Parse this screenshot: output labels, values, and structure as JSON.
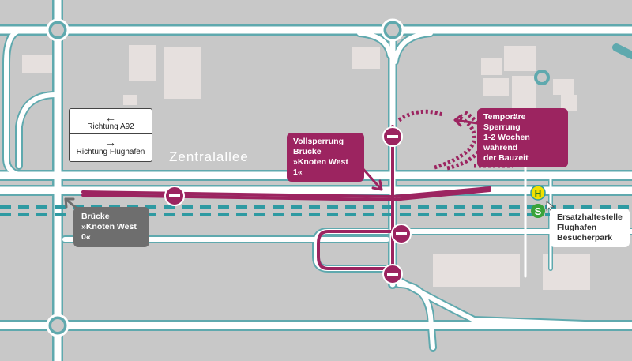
{
  "street_name": "Zentralallee",
  "direction_sign": {
    "line1_arrow": "←",
    "line1_text": "Richtung A92",
    "line2_arrow": "→",
    "line2_text": "Richtung Flughafen"
  },
  "labels": {
    "vollsperrung": "Vollsperrung\nBrücke\n»Knoten West 1«",
    "temporaer": "Temporäre Sperrung\n1-2 Wochen während\nder Bauzeit",
    "bruecke_west0": "Brücke\n»Knoten West 0«",
    "ersatzhaltestelle": "Ersatzhaltestelle\nFlughafen\nBesucherpark"
  },
  "stop_icons": {
    "bus": "H",
    "train": "S"
  },
  "icons": [
    "no-entry-icon",
    "bus-stop-icon",
    "s-bahn-icon",
    "cursor-icon",
    "left-arrow-icon",
    "right-arrow-icon"
  ],
  "colors": {
    "background": "#c8c8c8",
    "road_casing": "#5fa9ae",
    "road": "#ffffff",
    "building": "#e6e0de",
    "closure": "#9c2460",
    "rail_dash": "#2e9aa2",
    "bus_stop": "#f0e000",
    "s_bahn": "#3aa33a"
  }
}
